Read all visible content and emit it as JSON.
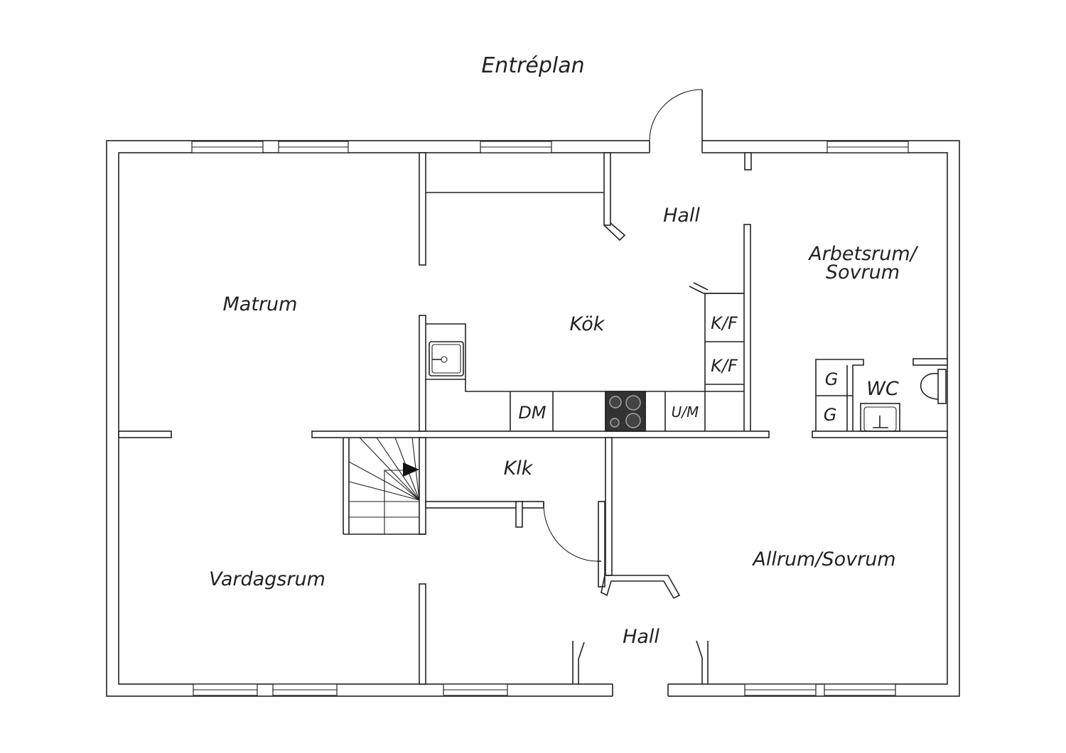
{
  "title": "Entréplan",
  "rooms": {
    "matrum": "Matrum",
    "kok": "Kök",
    "hall_top": "Hall",
    "arbetsrum_line1": "Arbetsrum/",
    "arbetsrum_line2": "Sovrum",
    "vardagsrum": "Vardagsrum",
    "klk": "Klk",
    "allrum": "Allrum/Sovrum",
    "hall_bottom": "Hall",
    "wc": "WC"
  },
  "fixtures": {
    "kf_upper": "K/F",
    "kf_lower": "K/F",
    "dm": "DM",
    "um": "U/M",
    "g_upper": "G",
    "g_lower": "G"
  }
}
